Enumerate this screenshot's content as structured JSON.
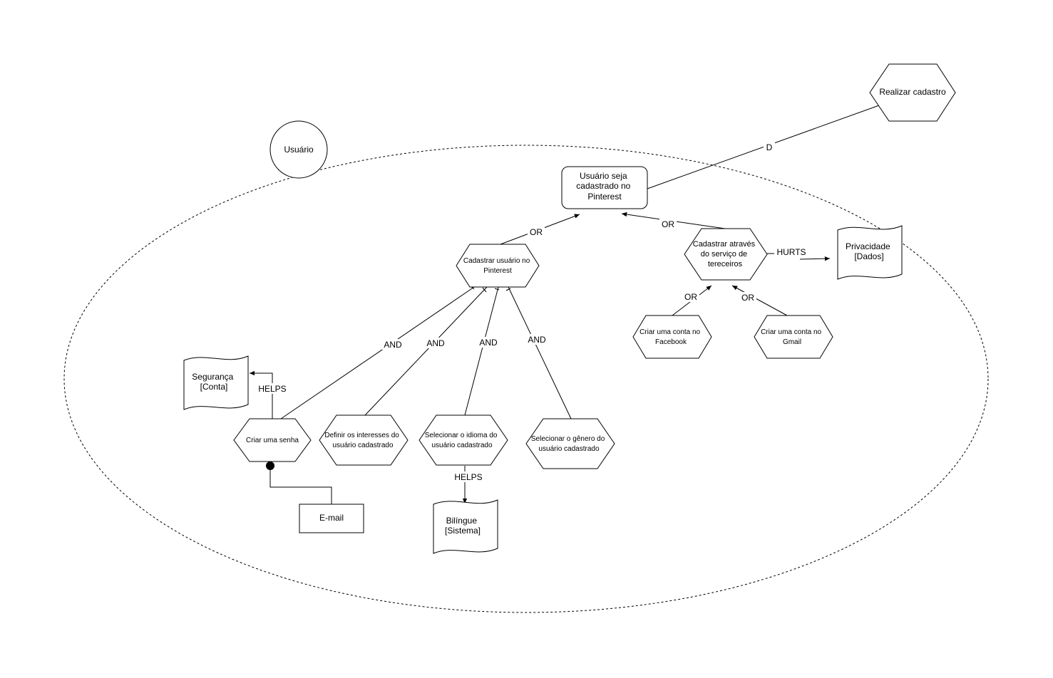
{
  "actor": {
    "name": "Usuário"
  },
  "goal": {
    "label_lines": [
      "Usuário seja",
      "cadastrado no",
      "Pinterest"
    ]
  },
  "external_task": {
    "label": "Realizar cadastro"
  },
  "tasks": {
    "cadastrar_usuario": [
      "Cadastrar usuário no",
      "Pinterest"
    ],
    "cadastrar_terceiros": [
      "Cadastrar através",
      "do serviço de",
      "tereceiros"
    ],
    "criar_facebook": [
      "Criar uma conta no",
      "Facebook"
    ],
    "criar_gmail": [
      "Criar uma conta no",
      "Gmail"
    ],
    "criar_senha": [
      "Criar uma senha"
    ],
    "definir_interesses": [
      "Definir os interesses do",
      "usuário cadastrado"
    ],
    "selecionar_idioma": [
      "Selecionar o idioma do",
      "usuário cadastrado"
    ],
    "selecionar_genero": [
      "Selecionar o gênero do",
      "usuário cadastrado"
    ]
  },
  "softgoals": {
    "privacidade": [
      "Privacidade",
      "[Dados]"
    ],
    "seguranca": [
      "Segurança",
      "[Conta]"
    ],
    "bilingue": [
      "Bilíngue",
      "[Sistema]"
    ]
  },
  "resource": {
    "label": "E-mail"
  },
  "links": {
    "dependency": "D",
    "or_1": "OR",
    "or_2": "OR",
    "or_3": "OR",
    "or_4": "OR",
    "hurts": "HURTS",
    "and_1": "AND",
    "and_2": "AND",
    "and_3": "AND",
    "and_4": "AND",
    "helps_1": "HELPS",
    "helps_2": "HELPS"
  }
}
